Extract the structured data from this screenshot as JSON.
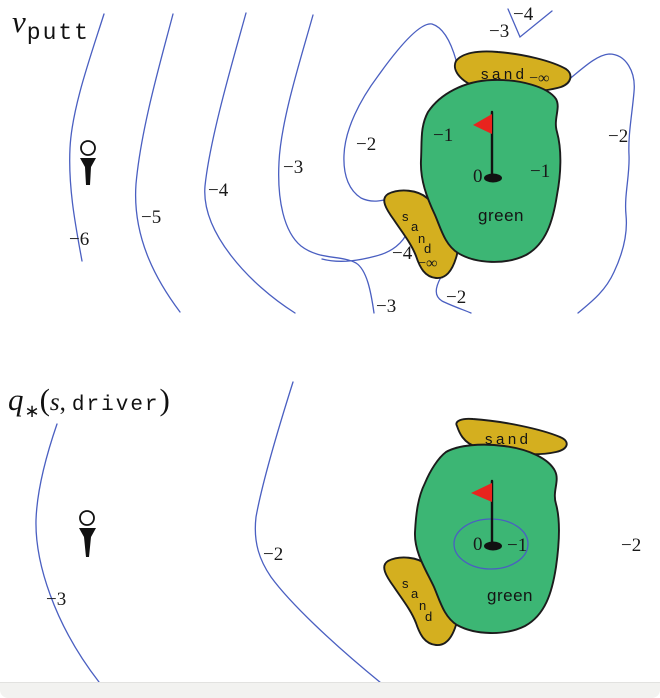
{
  "colors": {
    "green": "#3cb674",
    "sand": "#d4af1f",
    "contour": "#4a5fc1",
    "flag": "#e8241e",
    "outline": "#1c1c1c"
  },
  "top_panel": {
    "title": {
      "var": "v",
      "sub": "putt"
    },
    "labels": {
      "c6": "−6",
      "c5": "−5",
      "c4": "−4",
      "c3": "−3",
      "c2_left": "−2",
      "c2_right": "−2",
      "v4": "−4",
      "v3": "−3",
      "m1_left": "−1",
      "m1_right": "−1",
      "hole": "0",
      "sand4": "−4",
      "sand3": "−3",
      "sand2": "−2",
      "sand_word": "sand",
      "sand_inf": "−∞",
      "kidney_s": "s",
      "kidney_a": "a",
      "kidney_n": "n",
      "kidney_d": "d",
      "kidney_inf": "−∞",
      "green_word": "green"
    }
  },
  "bottom_panel": {
    "title": {
      "var": "q",
      "sub": "∗",
      "open": "(",
      "state": "s",
      "comma": ",",
      "action": "driver",
      "close": ")"
    },
    "labels": {
      "c3": "−3",
      "c2": "−2",
      "c2_right": "−2",
      "hole": "0",
      "m1": "−1",
      "sand_word": "sand",
      "kidney_s": "s",
      "kidney_a": "a",
      "kidney_n": "n",
      "kidney_d": "d",
      "green_word": "green"
    }
  }
}
